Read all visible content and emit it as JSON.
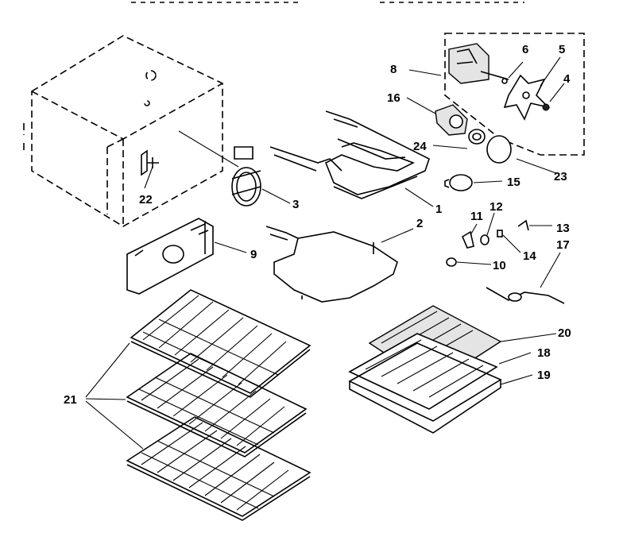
{
  "callouts": {
    "c1": "1",
    "c2": "2",
    "c3": "3",
    "c4": "4",
    "c5": "5",
    "c6": "6",
    "c8": "8",
    "c9": "9",
    "c10": "10",
    "c11": "11",
    "c12": "12",
    "c13": "13",
    "c14": "14",
    "c15": "15",
    "c16": "16",
    "c17": "17",
    "c18": "18",
    "c19": "19",
    "c20": "20",
    "c21": "21",
    "c22": "22",
    "c23": "23",
    "c24": "24"
  },
  "icons": [
    "oven-cavity",
    "bake-element",
    "broil-element",
    "convection-fan",
    "oven-rack",
    "broiler-pan",
    "light-bulb",
    "sensor-probe"
  ]
}
